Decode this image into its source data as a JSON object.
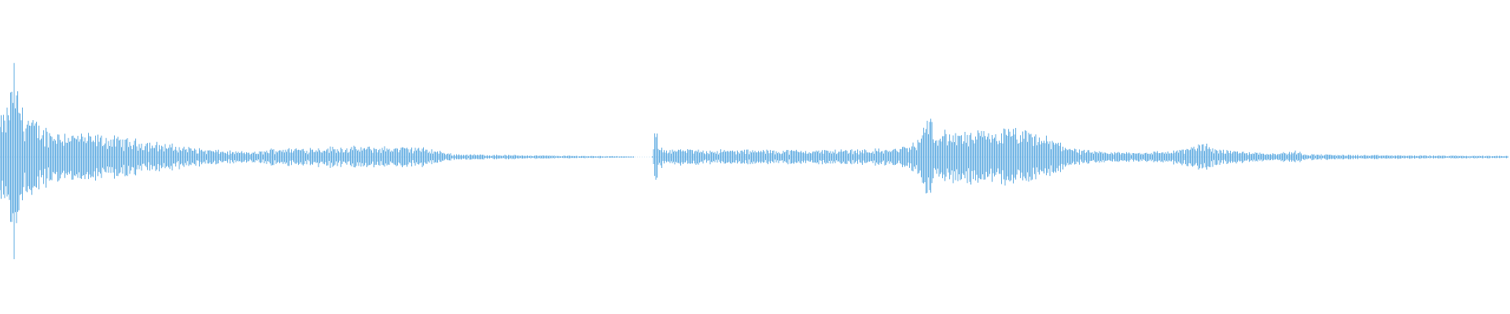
{
  "waveform": {
    "color": "#5aa8e0",
    "background": "#ffffff",
    "duration_fraction_scale": [
      0,
      1
    ],
    "amplitude_scale": [
      -1,
      1
    ],
    "envelope": [
      [
        0.0,
        0.38
      ],
      [
        0.005,
        0.48
      ],
      [
        0.0095,
        0.97
      ],
      [
        0.011,
        0.7
      ],
      [
        0.016,
        0.46
      ],
      [
        0.024,
        0.34
      ],
      [
        0.033,
        0.27
      ],
      [
        0.045,
        0.25
      ],
      [
        0.06,
        0.22
      ],
      [
        0.075,
        0.2
      ],
      [
        0.09,
        0.17
      ],
      [
        0.105,
        0.14
      ],
      [
        0.12,
        0.11
      ],
      [
        0.135,
        0.08
      ],
      [
        0.15,
        0.06
      ],
      [
        0.17,
        0.05
      ],
      [
        0.183,
        0.09
      ],
      [
        0.2,
        0.09
      ],
      [
        0.22,
        0.1
      ],
      [
        0.24,
        0.1
      ],
      [
        0.26,
        0.1
      ],
      [
        0.275,
        0.1
      ],
      [
        0.285,
        0.08
      ],
      [
        0.3,
        0.03
      ],
      [
        0.34,
        0.02
      ],
      [
        0.37,
        0.014
      ],
      [
        0.4,
        0.01
      ],
      [
        0.415,
        0.006
      ],
      [
        0.42,
        0.0
      ],
      [
        0.432,
        0.0
      ],
      [
        0.434,
        0.28
      ],
      [
        0.436,
        0.16
      ],
      [
        0.44,
        0.08
      ],
      [
        0.48,
        0.07
      ],
      [
        0.54,
        0.07
      ],
      [
        0.59,
        0.08
      ],
      [
        0.603,
        0.12
      ],
      [
        0.61,
        0.2
      ],
      [
        0.6145,
        0.47
      ],
      [
        0.618,
        0.3
      ],
      [
        0.628,
        0.24
      ],
      [
        0.64,
        0.24
      ],
      [
        0.655,
        0.25
      ],
      [
        0.67,
        0.28
      ],
      [
        0.685,
        0.23
      ],
      [
        0.7,
        0.16
      ],
      [
        0.715,
        0.07
      ],
      [
        0.73,
        0.05
      ],
      [
        0.755,
        0.05
      ],
      [
        0.775,
        0.06
      ],
      [
        0.79,
        0.1
      ],
      [
        0.796,
        0.15
      ],
      [
        0.802,
        0.1
      ],
      [
        0.82,
        0.06
      ],
      [
        0.845,
        0.04
      ],
      [
        0.858,
        0.06
      ],
      [
        0.866,
        0.03
      ],
      [
        0.9,
        0.02
      ],
      [
        0.95,
        0.015
      ],
      [
        1.0,
        0.012
      ]
    ]
  }
}
